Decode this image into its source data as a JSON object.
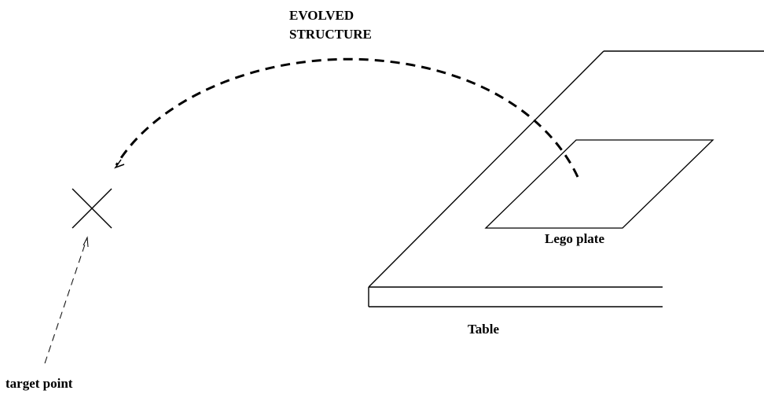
{
  "labels": {
    "structure_line1": "EVOLVED",
    "structure_line2": "STRUCTURE",
    "lego_plate": "Lego plate",
    "table": "Table",
    "target_point": "target point"
  },
  "colors": {
    "ink": "#000000",
    "background": "#ffffff"
  }
}
